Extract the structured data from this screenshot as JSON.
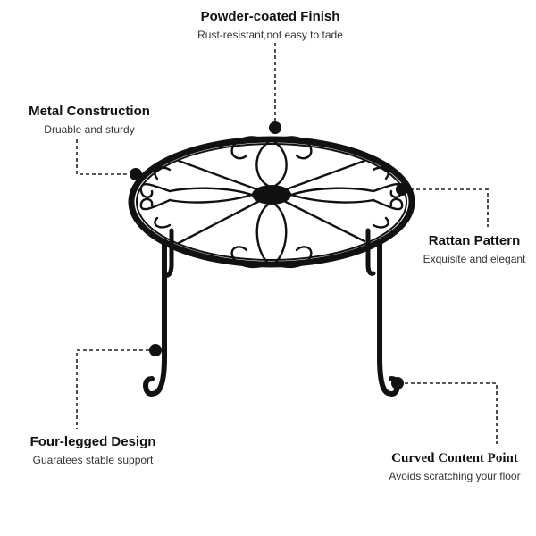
{
  "features": {
    "powder_coated": {
      "title": "Powder-coated Finish",
      "subtitle": "Rust-resistant,not easy to tade"
    },
    "metal_construction": {
      "title": "Metal Construction",
      "subtitle": "Druable and sturdy"
    },
    "rattan_pattern": {
      "title": "Rattan Pattern",
      "subtitle": "Exquisite and elegant"
    },
    "four_legged": {
      "title": "Four-legged Design",
      "subtitle": "Guaratees stable support"
    },
    "curved_point": {
      "title": "Curved Content Point",
      "subtitle": "Avoids scratching your floor"
    }
  },
  "colors": {
    "metal": "#111111",
    "callout_line": "#222222",
    "background": "#ffffff"
  }
}
